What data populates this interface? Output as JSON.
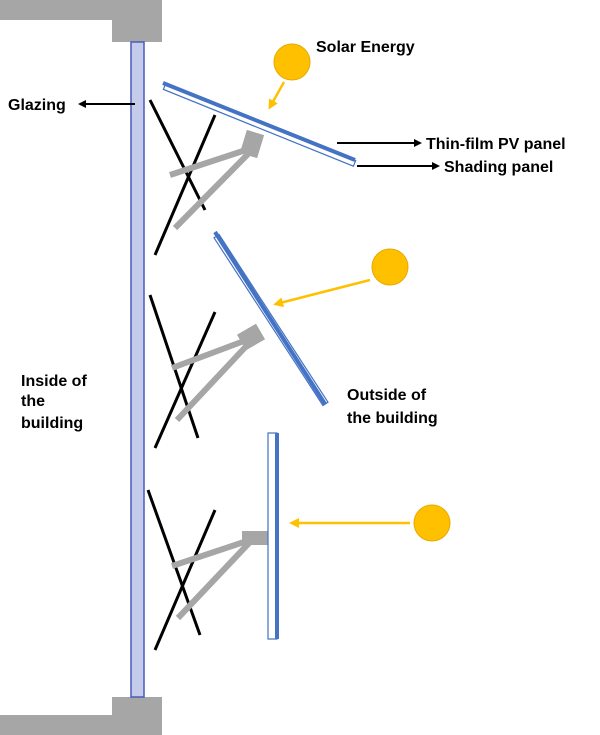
{
  "labels": {
    "solar_energy": "Solar Energy",
    "glazing": "Glazing",
    "thin_film": "Thin-film PV panel",
    "shading_panel": "Shading panel",
    "inside_line1": "Inside of",
    "inside_line2": "the",
    "inside_line3": "building",
    "outside_line1": "Outside of",
    "outside_line2": "the building"
  },
  "colors": {
    "sun": "#FFC000",
    "sun_outline": "#E8A800",
    "ray": "#FFC000",
    "pv_blue": "#4472C4",
    "glazing_fill": "#C5CCEB",
    "glazing_stroke": "#4A5CB8",
    "wall_gray": "#A6A6A6",
    "bracket_gray": "#A6A6A6",
    "arrow": "#000000"
  },
  "icons": [
    "sun-icon",
    "arrow-icon"
  ]
}
